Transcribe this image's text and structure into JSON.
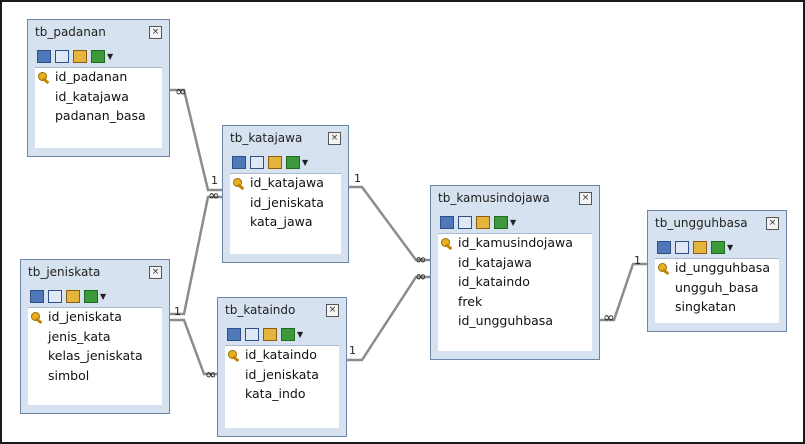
{
  "tables": [
    {
      "name": "tb_padanan",
      "close_icon": "close-icon",
      "fields": [
        {
          "label": "id_padanan",
          "primary_key": true
        },
        {
          "label": "id_katajawa",
          "primary_key": false
        },
        {
          "label": "padanan_basa",
          "primary_key": false
        }
      ]
    },
    {
      "name": "tb_katajawa",
      "close_icon": "close-icon",
      "fields": [
        {
          "label": "id_katajawa",
          "primary_key": true
        },
        {
          "label": "id_jeniskata",
          "primary_key": false
        },
        {
          "label": "kata_jawa",
          "primary_key": false
        }
      ]
    },
    {
      "name": "tb_jeniskata",
      "close_icon": "close-icon",
      "fields": [
        {
          "label": "id_jeniskata",
          "primary_key": true
        },
        {
          "label": "jenis_kata",
          "primary_key": false
        },
        {
          "label": "kelas_jeniskata",
          "primary_key": false
        },
        {
          "label": "simbol",
          "primary_key": false
        }
      ]
    },
    {
      "name": "tb_kataindo",
      "close_icon": "close-icon",
      "fields": [
        {
          "label": "id_kataindo",
          "primary_key": true
        },
        {
          "label": "id_jeniskata",
          "primary_key": false
        },
        {
          "label": "kata_indo",
          "primary_key": false
        }
      ]
    },
    {
      "name": "tb_kamusindojawa",
      "close_icon": "close-icon",
      "fields": [
        {
          "label": "id_kamusindojawa",
          "primary_key": true
        },
        {
          "label": "id_katajawa",
          "primary_key": false
        },
        {
          "label": "id_kataindo",
          "primary_key": false
        },
        {
          "label": "frek",
          "primary_key": false
        },
        {
          "label": "id_ungguhbasa",
          "primary_key": false
        }
      ]
    },
    {
      "name": "tb_ungguhbasa",
      "close_icon": "close-icon",
      "fields": [
        {
          "label": "id_ungguhbasa",
          "primary_key": true
        },
        {
          "label": "ungguh_basa",
          "primary_key": false
        },
        {
          "label": "singkatan",
          "primary_key": false
        }
      ]
    }
  ],
  "toolbar_icons": [
    "add-table-icon",
    "grid-view-icon",
    "key-table-icon",
    "export-icon",
    "dropdown-arrow-icon"
  ],
  "relationships": [
    {
      "from": "tb_katajawa",
      "to": "tb_padanan",
      "one": "1",
      "many": "∞"
    },
    {
      "from": "tb_jeniskata",
      "to": "tb_katajawa",
      "one": "1",
      "many": "∞"
    },
    {
      "from": "tb_jeniskata",
      "to": "tb_kataindo",
      "one": "1",
      "many": "∞"
    },
    {
      "from": "tb_katajawa",
      "to": "tb_kamusindojawa",
      "one": "1",
      "many": "∞"
    },
    {
      "from": "tb_kataindo",
      "to": "tb_kamusindojawa",
      "one": "1",
      "many": "∞"
    },
    {
      "from": "tb_ungguhbasa",
      "to": "tb_kamusindojawa",
      "one": "1",
      "many": "∞"
    }
  ],
  "colors": {
    "panel": "#d7e2f0",
    "border": "#6d86a8",
    "line": "#8c8c8c"
  }
}
